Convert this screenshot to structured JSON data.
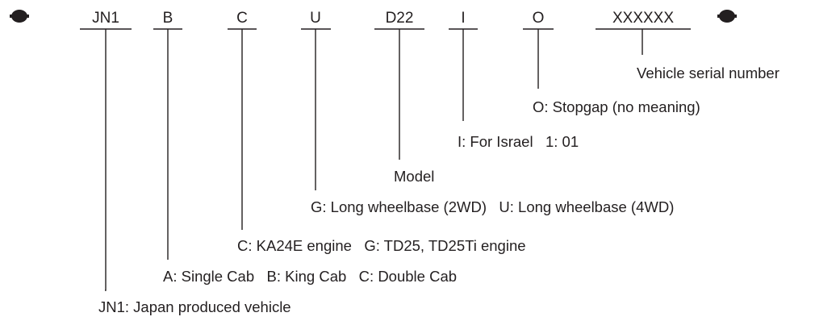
{
  "segments": [
    {
      "code": "JN1",
      "description": "JN1: Japan produced vehicle"
    },
    {
      "code": "B",
      "description": "A: Single Cab   B: King Cab   C: Double Cab"
    },
    {
      "code": "C",
      "description": "C: KA24E engine   G: TD25, TD25Ti engine"
    },
    {
      "code": "U",
      "description": "G: Long wheelbase (2WD)   U: Long wheelbase (4WD)"
    },
    {
      "code": "D22",
      "description": "Model"
    },
    {
      "code": "I",
      "description": "I: For Israel   1: 01"
    },
    {
      "code": "O",
      "description": "O: Stopgap (no meaning)"
    },
    {
      "code": "XXXXXX",
      "description": "Vehicle serial number"
    }
  ],
  "colors": {
    "ink": "#231f20",
    "background": "#ffffff"
  },
  "icons": {
    "start_marker": "filled-ellipse-marker",
    "end_marker": "filled-ellipse-marker"
  }
}
